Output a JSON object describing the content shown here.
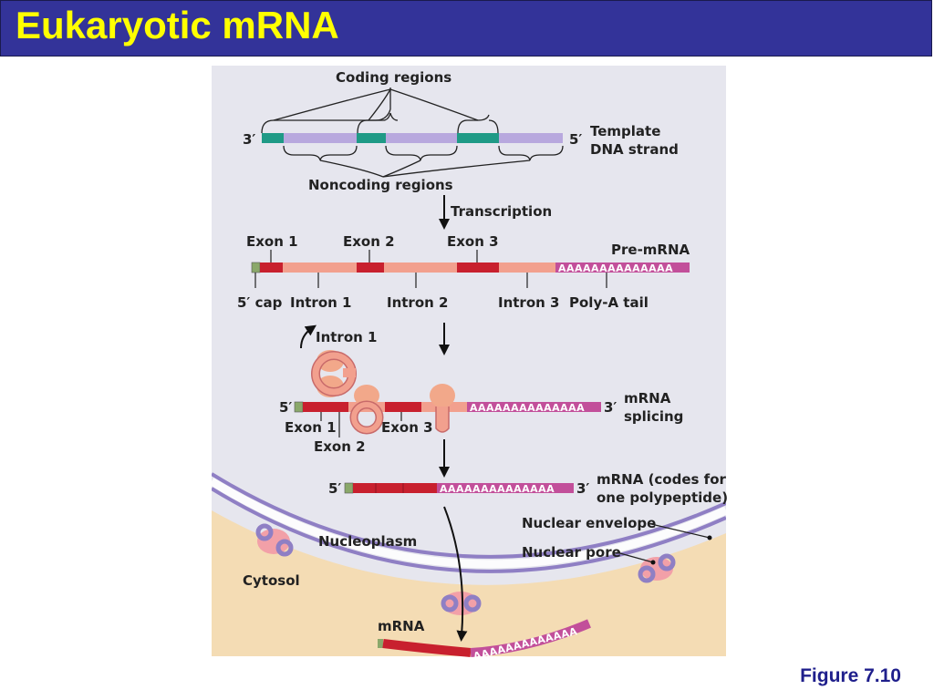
{
  "slide": {
    "title": "Eukaryotic mRNA",
    "figure_label": "Figure 7.10"
  },
  "colors": {
    "title_bar": "#333399",
    "title_text": "#ffff00",
    "panel_bg": "#e6e6ee",
    "cytosol": "#f4dcb4",
    "exon": "#c8202e",
    "intron": "#f2a08e",
    "coding_dna": "#1f9a86",
    "noncoding_dna": "#b8a8de",
    "polya_tail": "#c24f9a",
    "cap": "#8aa86a",
    "spliceosome": "#f2a88a",
    "membrane": "#8f7fc4"
  },
  "diagram": {
    "coding_regions": "Coding regions",
    "noncoding_regions": "Noncoding regions",
    "end_3": "3′",
    "end_5": "5′",
    "template_line1": "Template",
    "template_line2": "DNA strand",
    "transcription": "Transcription",
    "exon1": "Exon 1",
    "exon2": "Exon 2",
    "exon3": "Exon 3",
    "pre_mrna": "Pre-mRNA",
    "cap": "5′ cap",
    "intron1": "Intron 1",
    "intron2": "Intron 2",
    "intron3": "Intron 3",
    "polya_tail": "Poly-A tail",
    "intron1_removed": "Intron 1",
    "splicing_line1": "mRNA",
    "splicing_line2": "splicing",
    "mrna_line1": "mRNA (codes for",
    "mrna_line2": "one polypeptide)",
    "nuclear_envelope": "Nuclear envelope",
    "nuclear_pore": "Nuclear pore",
    "nucleoplasm": "Nucleoplasm",
    "cytosol": "Cytosol",
    "mrna_exported": "mRNA",
    "polya_long": "AAAAAAAAAAAAAA",
    "polya_short": "AAAAAAAAAAAAA",
    "polya_cyto": "AAAAAAAAAAAAA"
  }
}
